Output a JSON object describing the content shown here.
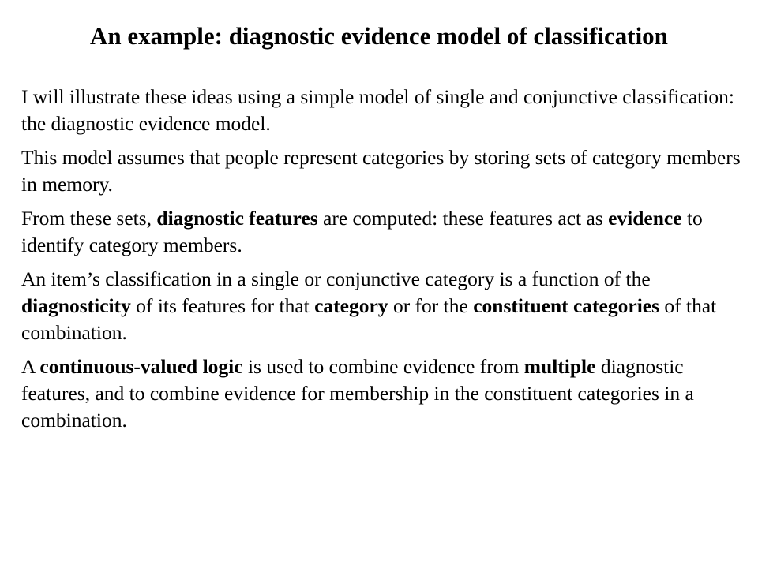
{
  "slide": {
    "title": "An example: diagnostic evidence model of classification",
    "paragraphs": [
      [
        {
          "text": "I will illustrate these ideas using a simple model of single and conjunctive classification: the diagnostic evidence model.",
          "bold": false
        }
      ],
      [
        {
          "text": "This model assumes that people represent categories by storing sets of category members in memory.",
          "bold": false
        }
      ],
      [
        {
          "text": "From these sets, ",
          "bold": false
        },
        {
          "text": "diagnostic features",
          "bold": true
        },
        {
          "text": " are computed: these features act as ",
          "bold": false
        },
        {
          "text": "evidence",
          "bold": true
        },
        {
          "text": " to identify category members.",
          "bold": false
        }
      ],
      [
        {
          "text": "An item’s classification in a single or conjunctive category is a function of the ",
          "bold": false
        },
        {
          "text": "diagnosticity",
          "bold": true
        },
        {
          "text": " of its features for that ",
          "bold": false
        },
        {
          "text": "category",
          "bold": true
        },
        {
          "text": " or for the ",
          "bold": false
        },
        {
          "text": "constituent categories",
          "bold": true
        },
        {
          "text": " of that combination.",
          "bold": false
        }
      ],
      [
        {
          "text": "A ",
          "bold": false
        },
        {
          "text": "continuous-valued logic",
          "bold": true
        },
        {
          "text": " is used to combine evidence from ",
          "bold": false
        },
        {
          "text": "multiple",
          "bold": true
        },
        {
          "text": " diagnostic features, and to combine evidence for membership in the constituent categories in a combination.",
          "bold": false
        }
      ]
    ]
  }
}
